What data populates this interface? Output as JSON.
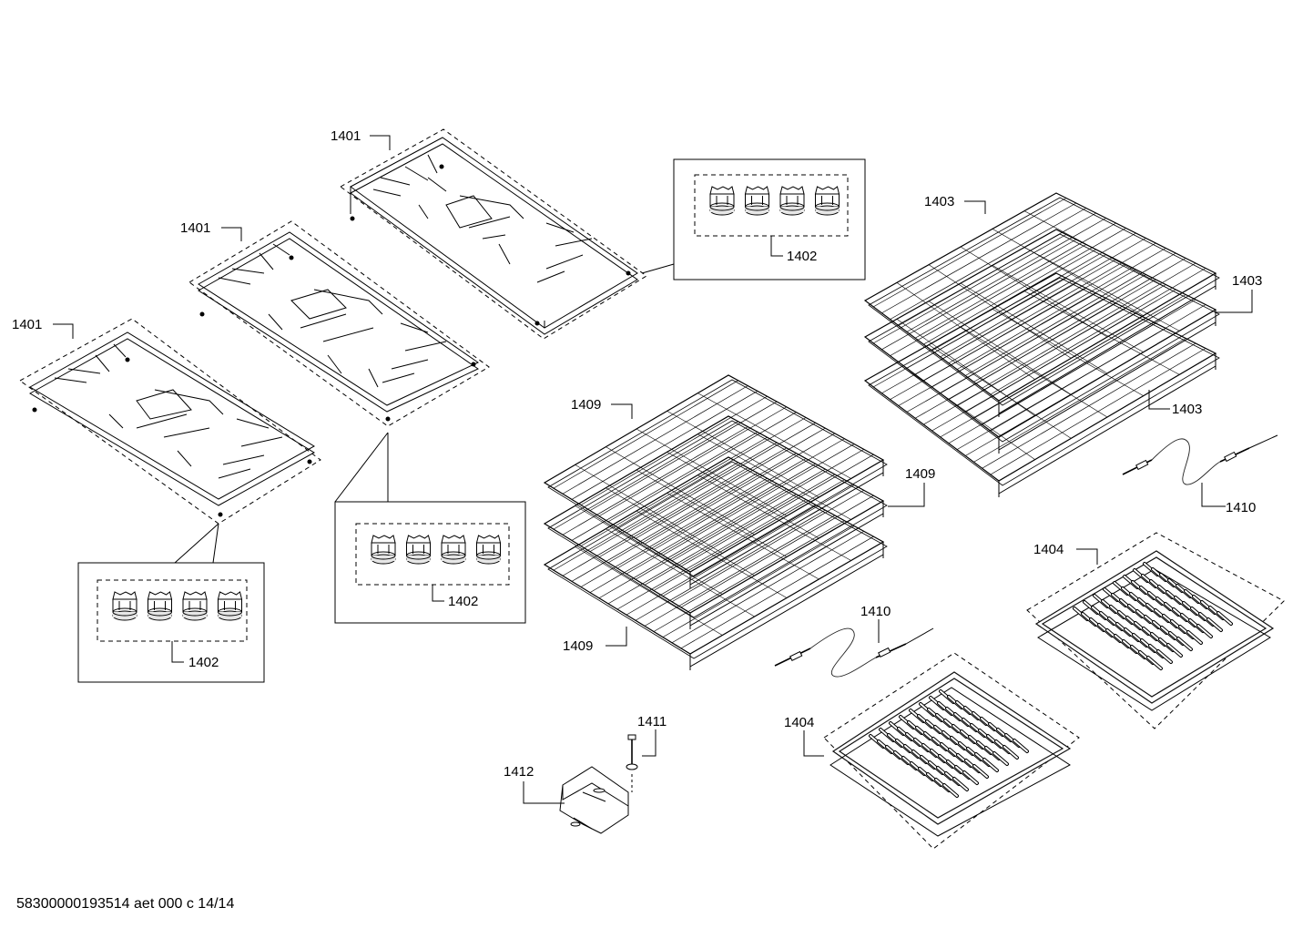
{
  "diagram": {
    "callouts": {
      "grate_top": "1401",
      "grate_middle": "1401",
      "grate_left": "1401",
      "feet_top": "1402",
      "feet_middle": "1402",
      "feet_left": "1402",
      "rack_a_top": "1403",
      "rack_a_mid": "1403",
      "rack_a_low": "1403",
      "rack_b_top": "1409",
      "rack_b_mid": "1409",
      "rack_b_low": "1409",
      "probe_right": "1410",
      "probe_mid": "1410",
      "pan_right": "1404",
      "pan_left": "1404",
      "screw": "1411",
      "bracket": "1412"
    },
    "footer_text": "58300000193514 aet 000 c 14/14"
  }
}
